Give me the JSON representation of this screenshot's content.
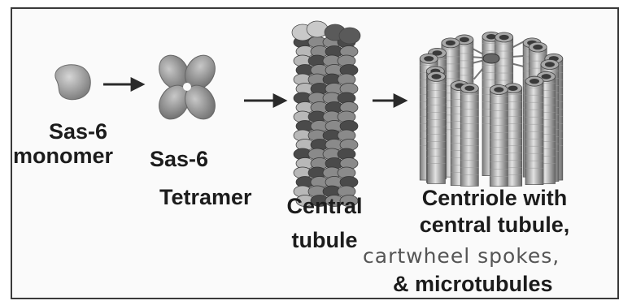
{
  "stages": [
    {
      "id": "monomer",
      "label_line1": "Sas-6",
      "label_line2": "monomer"
    },
    {
      "id": "tetramer",
      "label_line1": "Sas-6",
      "label_line2": "Tetramer"
    },
    {
      "id": "central_tubule",
      "label_line1": "Central",
      "label_line2": "tubule"
    },
    {
      "id": "centriole",
      "label_line1": "Centriole with",
      "label_line2": "central tubule,",
      "label_line3": "cartwheel spokes,",
      "label_line4": "& microtubules"
    }
  ],
  "colors": {
    "monomer": "#8f8f8f",
    "lobe": "#9a9a9a",
    "tubule_dark": "#4a4a4a",
    "tubule_light": "#b8b8b8",
    "microtubule": "#a8a8a8",
    "arrow": "#2a2a2a"
  }
}
